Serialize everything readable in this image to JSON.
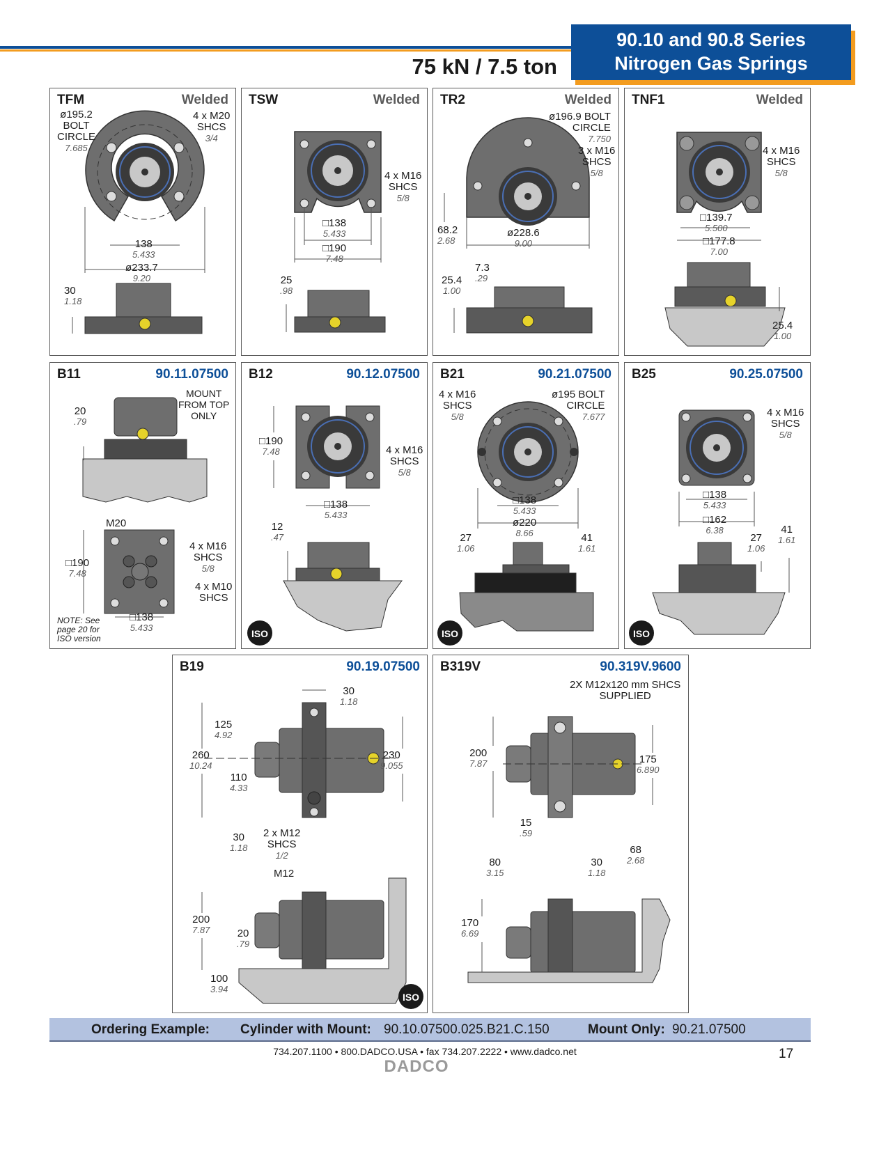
{
  "header": {
    "series_title_line1": "90.10 and 90.8 Series",
    "series_title_line2": "Nitrogen Gas Springs",
    "rating": "75 kN / 7.5 ton",
    "brand_colors": {
      "blue": "#0d4f98",
      "orange": "#f39c1f"
    }
  },
  "panels": {
    "tfm": {
      "name": "TFM",
      "tag": "Welded",
      "bolt_circle": {
        "mm": "ø195.2",
        "label1": "BOLT",
        "label2": "CIRCLE",
        "in": "7.685"
      },
      "screws": {
        "qty": "4 x M20",
        "type": "SHCS",
        "in": "3/4"
      },
      "spacing": {
        "mm": "138",
        "in": "5.433"
      },
      "diameter": {
        "mm": "ø233.7",
        "in": "9.20"
      },
      "height": {
        "mm": "30",
        "in": "1.18"
      }
    },
    "tsw": {
      "name": "TSW",
      "tag": "Welded",
      "screws": {
        "qty": "4 x M16",
        "type": "SHCS",
        "in": "5/8"
      },
      "spacing": {
        "mm": "□138",
        "in": "5.433"
      },
      "width": {
        "mm": "□190",
        "in": "7.48"
      },
      "height": {
        "mm": "25",
        "in": ".98"
      }
    },
    "tr2": {
      "name": "TR2",
      "tag": "Welded",
      "bolt_circle": {
        "mm": "ø196.9 BOLT",
        "label": "CIRCLE",
        "in": "7.750"
      },
      "screws": {
        "qty": "3 x M16",
        "type": "SHCS",
        "in": "5/8"
      },
      "offset": {
        "mm": "68.2",
        "in": "2.68"
      },
      "diameter": {
        "mm": "ø228.6",
        "in": "9.00"
      },
      "height": {
        "mm": "25.4",
        "in": "1.00"
      },
      "step": {
        "mm": "7.3",
        "in": ".29"
      }
    },
    "tnf1": {
      "name": "TNF1",
      "tag": "Welded",
      "screws": {
        "qty": "4 x M16",
        "type": "SHCS",
        "in": "5/8"
      },
      "spacing": {
        "mm": "□139.7",
        "in": "5.500"
      },
      "width": {
        "mm": "□177.8",
        "in": "7.00"
      },
      "height": {
        "mm": "25.4",
        "in": "1.00"
      }
    },
    "b11": {
      "name": "B11",
      "part": "90.11.07500",
      "mount_note1": "MOUNT",
      "mount_note2": "FROM TOP",
      "mount_note3": "ONLY",
      "height": {
        "mm": "20",
        "in": ".79"
      },
      "center_thread": "M20",
      "screws_outer": {
        "qty": "4 x M16",
        "type": "SHCS",
        "in": "5/8"
      },
      "screws_inner": {
        "qty": "4 x M10",
        "type": "SHCS"
      },
      "width": {
        "mm": "□190",
        "in": "7.48"
      },
      "spacing": {
        "mm": "□138",
        "in": "5.433"
      },
      "iso_note1": "NOTE: See",
      "iso_note2": "page 20 for",
      "iso_note3": "ISO version"
    },
    "b12": {
      "name": "B12",
      "part": "90.12.07500",
      "width": {
        "mm": "□190",
        "in": "7.48"
      },
      "screws": {
        "qty": "4 x M16",
        "type": "SHCS",
        "in": "5/8"
      },
      "spacing": {
        "mm": "□138",
        "in": "5.433"
      },
      "height": {
        "mm": "12",
        "in": ".47"
      },
      "iso_badge": "ISO"
    },
    "b21": {
      "name": "B21",
      "part": "90.21.07500",
      "screws": {
        "qty": "4 x M16",
        "type": "SHCS",
        "in": "5/8"
      },
      "bolt_circle": {
        "mm": "ø195 BOLT",
        "label": "CIRCLE",
        "in": "7.677"
      },
      "spacing": {
        "mm": "□138",
        "in": "5.433"
      },
      "diameter": {
        "mm": "ø220",
        "in": "8.66"
      },
      "height1": {
        "mm": "27",
        "in": "1.06"
      },
      "height2": {
        "mm": "41",
        "in": "1.61"
      },
      "iso_badge": "ISO"
    },
    "b25": {
      "name": "B25",
      "part": "90.25.07500",
      "screws": {
        "qty": "4 x M16",
        "type": "SHCS",
        "in": "5/8"
      },
      "spacing": {
        "mm": "□138",
        "in": "5.433"
      },
      "width": {
        "mm": "□162",
        "in": "6.38"
      },
      "height1": {
        "mm": "27",
        "in": "1.06"
      },
      "height2": {
        "mm": "41",
        "in": "1.61"
      },
      "iso_badge": "ISO"
    },
    "b19": {
      "name": "B19",
      "part": "90.19.07500",
      "thickness": {
        "mm": "30",
        "in": "1.18"
      },
      "upper": {
        "mm": "125",
        "in": "4.92"
      },
      "total": {
        "mm": "260",
        "in": "10.24"
      },
      "lower": {
        "mm": "110",
        "in": "4.33"
      },
      "span": {
        "mm": "230",
        "in": "9.055"
      },
      "bottom": {
        "mm": "30",
        "in": "1.18"
      },
      "screws": {
        "qty": "2 x M12",
        "type": "SHCS",
        "in": "1/2"
      },
      "thread": "M12",
      "side_height": {
        "mm": "200",
        "in": "7.87"
      },
      "side_gap": {
        "mm": "20",
        "in": ".79"
      },
      "center_height": {
        "mm": "100",
        "in": "3.94"
      },
      "iso_badge": "ISO"
    },
    "b319v": {
      "name": "B319V",
      "part": "90.319V.9600",
      "supplied1": "2X M12x120 mm SHCS",
      "supplied2": "SUPPLIED",
      "total": {
        "mm": "200",
        "in": "7.87"
      },
      "span": {
        "mm": "175",
        "in": "6.890"
      },
      "thickness": {
        "mm": "15",
        "in": ".59"
      },
      "offset": {
        "mm": "80",
        "in": "3.15"
      },
      "width": {
        "mm": "30",
        "in": "1.18"
      },
      "top": {
        "mm": "68",
        "in": "2.68"
      },
      "height": {
        "mm": "170",
        "in": "6.69"
      }
    }
  },
  "ordering": {
    "label": "Ordering Example:",
    "cyl_label": "Cylinder with Mount:",
    "cyl_value": "90.10.07500.025.B21.C.150",
    "mount_label": "Mount Only:",
    "mount_value": "90.21.07500"
  },
  "footer": {
    "contact": "734.207.1100 • 800.DADCO.USA • fax 734.207.2222 • www.dadco.net",
    "page_number": "17",
    "logo_text": "DADCO"
  }
}
